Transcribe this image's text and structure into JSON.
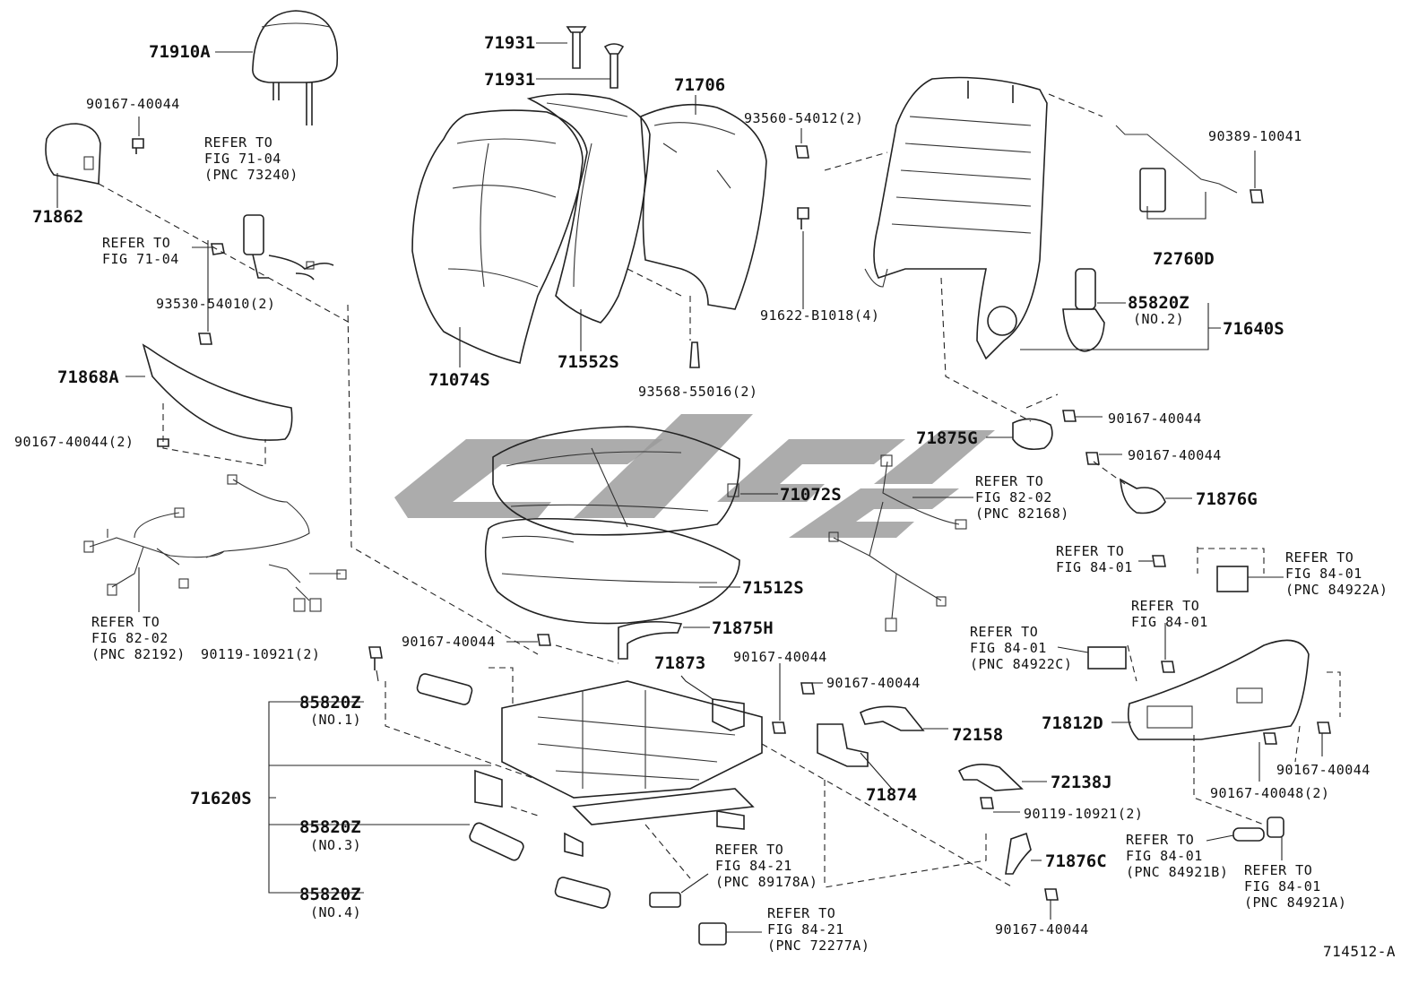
{
  "diagram": {
    "figure_code": "714512-A",
    "parts": {
      "headrest": "71910A",
      "pin_1": "71931",
      "pin_2": "71931",
      "back_cover": "71706",
      "screw_90167_a": "90167-40044",
      "side_cover_71862": "71862",
      "refer_71_04_pnc": "REFER TO\nFIG 71-04\n(PNC 73240)",
      "refer_71_04": "REFER TO\nFIG 71-04",
      "screw_93530": "93530-54010(2)",
      "trim_71868A": "71868A",
      "screw_90167_x2_left": "90167-40044(2)",
      "refer_82_02_left": "REFER TO\nFIG 82-02\n(PNC 82192)",
      "cushion_71074S": "71074S",
      "pad_71552S": "71552S",
      "screw_93568": "93568-55016(2)",
      "screw_93560": "93560-54012(2)",
      "bolt_91622": "91622-B1018(4)",
      "nut_90389": "90389-10041",
      "wire_72760D": "72760D",
      "motor_no2": "85820Z",
      "motor_no2_sub": "(NO.2)",
      "frame_71640S": "71640S",
      "screw_90167_b": "90167-40044",
      "cover_71875G": "71875G",
      "screw_90167_c": "90167-40044",
      "cover_71876G": "71876G",
      "cushion_71072S": "71072S",
      "refer_82_02_right": "REFER TO\nFIG 82-02\n(PNC 82168)",
      "pad_71512S": "71512S",
      "refer_84_01_a": "REFER TO\nFIG 84-01",
      "refer_84_01_pnc_84922A": "REFER TO\nFIG 84-01\n(PNC 84922A)",
      "refer_84_01_b": "REFER TO\nFIG 84-01",
      "refer_84_01_pnc_84922C": "REFER TO\nFIG 84-01\n(PNC 84922C)",
      "shield_71812D": "71812D",
      "screw_90167_d": "90167-40044",
      "screw_90167_48": "90167-40048(2)",
      "bracket_71875H": "71875H",
      "screw_90167_e": "90167-40044",
      "screw_90119_left": "90119-10921(2)",
      "bracket_71873": "71873",
      "screw_90167_f": "90167-40044",
      "screw_90167_g": "90167-40044",
      "clip_72158": "72158",
      "motor_no1": "85820Z",
      "motor_no1_sub": "(NO.1)",
      "adjuster_71620S": "71620S",
      "bracket_71874": "71874",
      "clip_72138J": "72138J",
      "motor_no3": "85820Z",
      "motor_no3_sub": "(NO.3)",
      "screw_90119_right": "90119-10921(2)",
      "refer_84_21_pnc_89178A": "REFER TO\nFIG 84-21\n(PNC 89178A)",
      "refer_84_01_pnc_84921B": "REFER TO\nFIG 84-01\n(PNC 84921B)",
      "refer_84_01_pnc_84921A": "REFER TO\nFIG 84-01\n(PNC 84921A)",
      "cover_71876C": "71876C",
      "motor_no4": "85820Z",
      "motor_no4_sub": "(NO.4)",
      "refer_84_21_pnc_72277A": "REFER TO\nFIG 84-21\n(PNC 72277A)",
      "screw_90167_h": "90167-40044"
    }
  }
}
